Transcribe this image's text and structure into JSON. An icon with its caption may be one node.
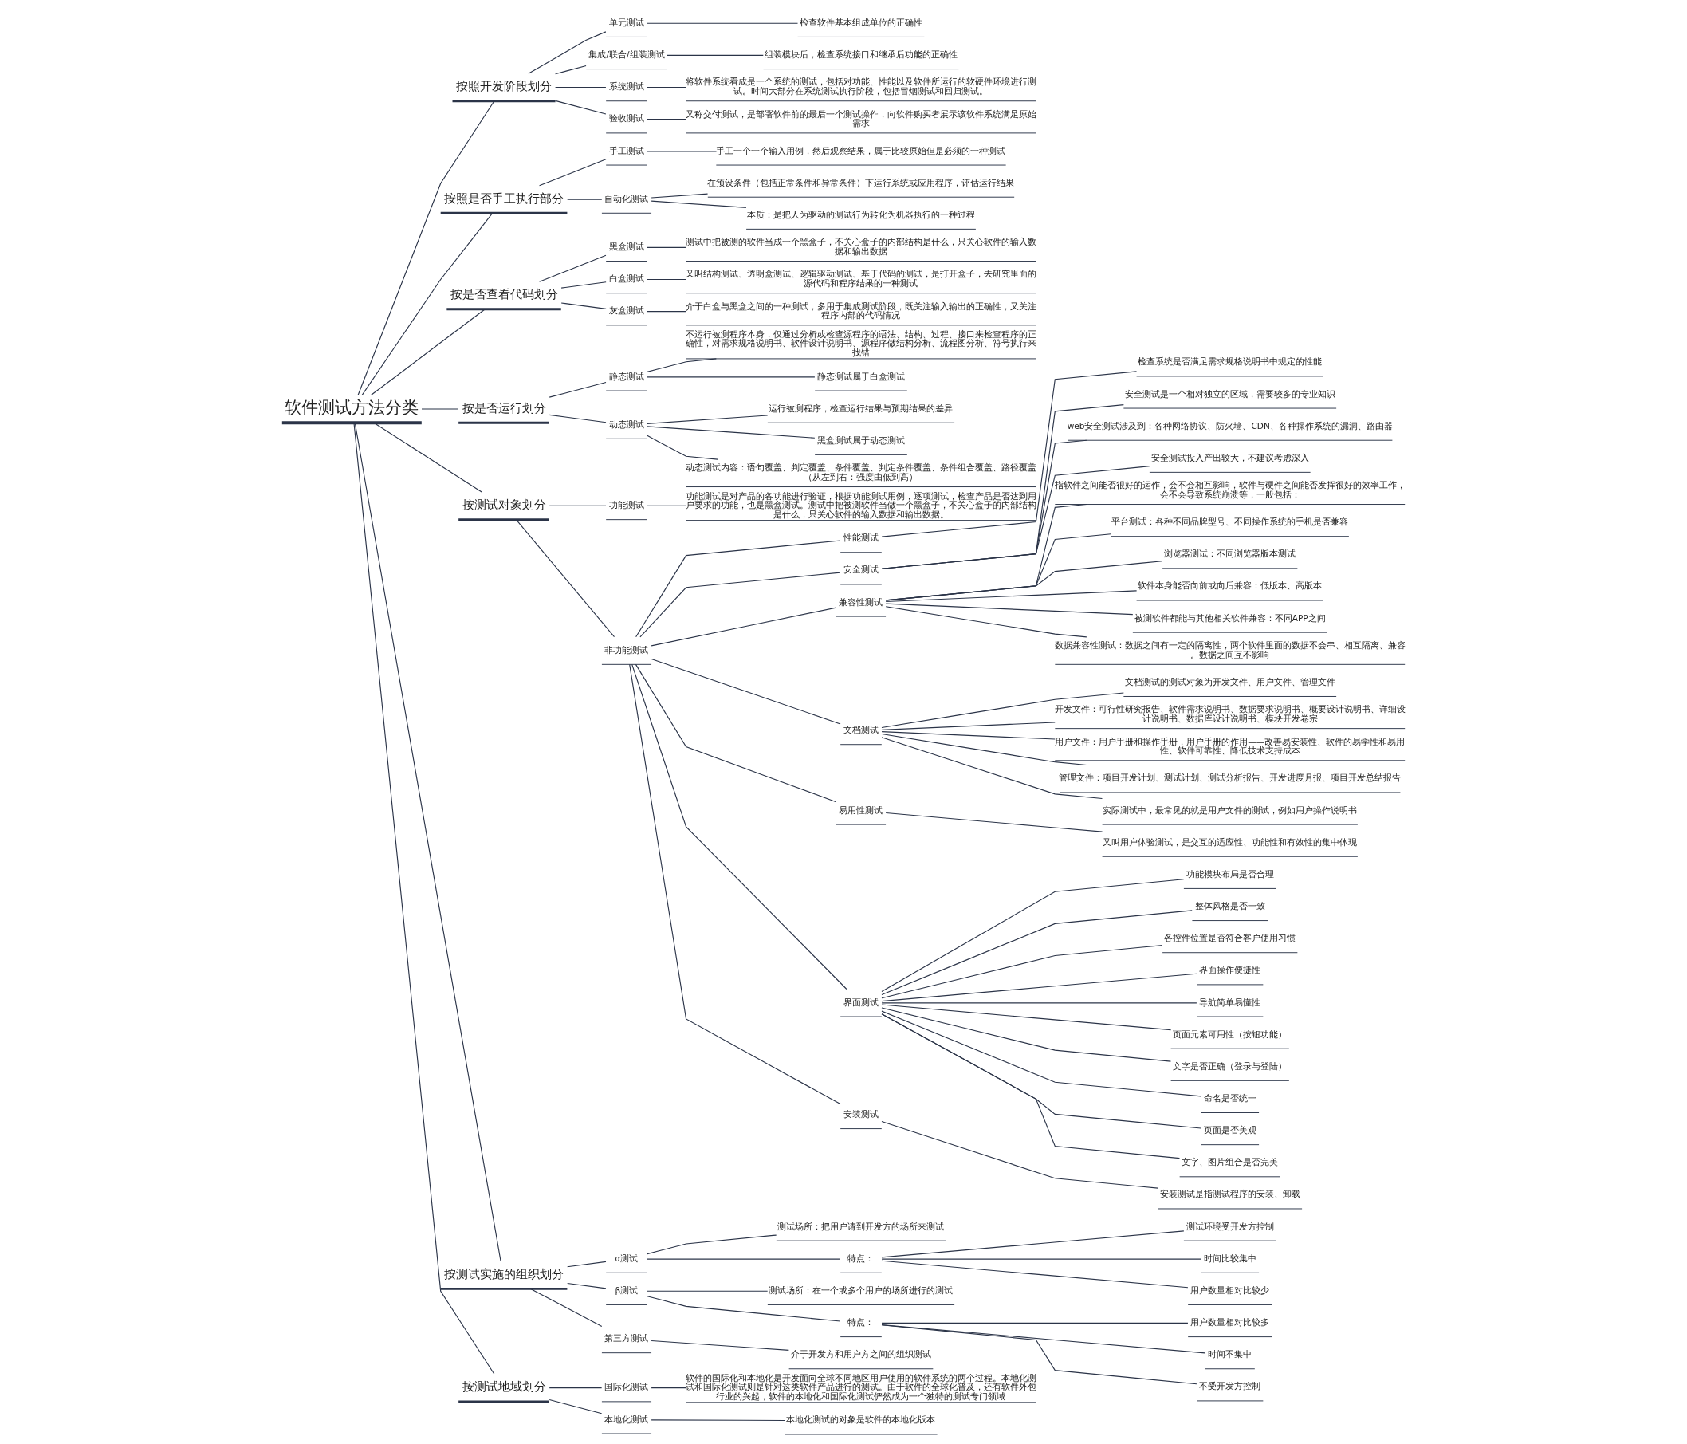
{
  "diagram": {
    "nodes": [
      {
        "text": [
          "软件测试方法分类"
        ]
      },
      {
        "text": [
          "按照开发阶段划分"
        ]
      },
      {
        "text": [
          "单元测试"
        ]
      },
      {
        "text": [
          "检查软件基本组成单位的正确性"
        ]
      },
      {
        "text": [
          "集成/联合/组装测试"
        ]
      },
      {
        "text": [
          "组装模块后，检查系统接口和继承后功能的正确性"
        ]
      },
      {
        "text": [
          "系统测试"
        ]
      },
      {
        "text": [
          "将软件系统看成是一个系统的测试，包括对功能、性能以及软件所运行的软硬件环境进行测试。时间大部分在系统测试执行阶段，包括冒烟测试和回归测试。"
        ]
      },
      {
        "text": [
          "验收测试"
        ]
      },
      {
        "text": [
          "又称交付测试，是部署软件前的最后一个测试操作，向软件购买者展示该软件系统满足原始需求"
        ]
      },
      {
        "text": [
          "按照是否手工执行部分"
        ]
      },
      {
        "text": [
          "手工测试"
        ]
      },
      {
        "text": [
          "手工一个一个输入用例，然后观察结果，属于比较原始但是必须的一种测试"
        ]
      },
      {
        "text": [
          "自动化测试"
        ]
      },
      {
        "text": [
          "在预设条件（包括正常条件和异常条件）下运行系统或应用程序，评估运行结果"
        ]
      },
      {
        "text": [
          "本质：是把人为驱动的测试行为转化为机器执行的一种过程"
        ]
      },
      {
        "text": [
          "按是否查看代码划分"
        ]
      },
      {
        "text": [
          "黑盒测试"
        ]
      },
      {
        "text": [
          "测试中把被测的软件当成一个黑盒子，不关心盒子的内部结构是什么，只关心软件的输入数据和输出数据"
        ]
      },
      {
        "text": [
          "白盒测试"
        ]
      },
      {
        "text": [
          "又叫结构测试、透明盒测试、逻辑驱动测试、基于代码的测试，是打开盒子，去研究里面的源代码和程序结果的一种测试"
        ]
      },
      {
        "text": [
          "灰盒测试"
        ]
      },
      {
        "text": [
          "介于白盒与黑盒之间的一种测试，多用于集成测试阶段，既关注输入输出的正确性，又关注程序内部的代码情况"
        ]
      },
      {
        "text": [
          "按是否运行划分"
        ]
      },
      {
        "text": [
          "静态测试"
        ]
      },
      {
        "text": [
          "不运行被测程序本身，仅通过分析或检查源程序的语法、结构、过程、接口来检查程序的正确性，对需求规格说明书、软件设计说明书、源程序做结构分析、流程图分析、符号执行来找错"
        ]
      },
      {
        "text": [
          "静态测试属于白盒测试"
        ]
      },
      {
        "text": [
          "动态测试"
        ]
      },
      {
        "text": [
          "运行被测程序，检查运行结果与预期结果的差异"
        ]
      },
      {
        "text": [
          "黑盒测试属于动态测试"
        ]
      },
      {
        "text": [
          "动态测试内容：语句覆盖、判定覆盖、条件覆盖、判定条件覆盖、条件组合覆盖、路径覆盖（从左到右：强度由低到高）"
        ]
      },
      {
        "text": [
          "按测试对象划分"
        ]
      },
      {
        "text": [
          "功能测试"
        ]
      },
      {
        "text": [
          "功能测试是对产品的各功能进行验证，根据功能测试用例，逐项测试，检查产品是否达到用户要求的功能，也是黑盒测试。测试中把被测软件当做一个黑盒子，不关心盒子的内部结构是什么，只关心软件的输入数据和输出数据。"
        ]
      },
      {
        "text": [
          "非功能测试"
        ]
      },
      {
        "text": [
          "性能测试"
        ]
      },
      {
        "text": [
          "检查系统是否满足需求规格说明书中规定的性能"
        ]
      },
      {
        "text": [
          "安全测试"
        ]
      },
      {
        "text": [
          "安全测试是一个相对独立的区域，需要较多的专业知识"
        ]
      },
      {
        "text": [
          "web安全测试涉及到：各种网络协议、防火墙、CDN、各种操作系统的漏洞、路由器"
        ]
      },
      {
        "text": [
          "安全测试投入产出较大，不建议考虑深入"
        ]
      },
      {
        "text": [
          "兼容性测试"
        ]
      },
      {
        "text": [
          "指软件之间能否很好的运作，会不会相互影响，软件与硬件之间能否发挥很好的效率工作，会不会导致系统崩溃等，一般包括："
        ]
      },
      {
        "text": [
          "平台测试：各种不同品牌型号、不同操作系统的手机是否兼容"
        ]
      },
      {
        "text": [
          "浏览器测试：不同浏览器版本测试"
        ]
      },
      {
        "text": [
          "软件本身能否向前或向后兼容：低版本、高版本"
        ]
      },
      {
        "text": [
          "被测软件都能与其他相关软件兼容：不同APP之间"
        ]
      },
      {
        "text": [
          "数据兼容性测试：数据之间有一定的隔离性，两个软件里面的数据不会串、相互隔离、兼容。数据之间互不影响"
        ]
      },
      {
        "text": [
          "文档测试"
        ]
      },
      {
        "text": [
          "文档测试的测试对象为开发文件、用户文件、管理文件"
        ]
      },
      {
        "text": [
          "开发文件：可行性研究报告、软件需求说明书、数据要求说明书、概要设计说明书、详细设计说明书、数据库设计说明书、模块开发卷宗"
        ]
      },
      {
        "text": [
          "用户文件：用户手册和操作手册，用户手册的作用——改善易安装性、软件的易学性和易用性、软件可靠性、降低技术支持成本"
        ]
      },
      {
        "text": [
          "管理文件：项目开发计划、测试计划、测试分析报告、开发进度月报、项目开发总结报告"
        ]
      },
      {
        "text": [
          "实际测试中，最常见的就是用户文件的测试，例如用户操作说明书"
        ]
      },
      {
        "text": [
          "易用性测试"
        ]
      },
      {
        "text": [
          "又叫用户体验测试，是交互的适应性、功能性和有效性的集中体现"
        ]
      },
      {
        "text": [
          "界面测试"
        ]
      },
      {
        "text": [
          "功能模块布局是否合理"
        ]
      },
      {
        "text": [
          "整体风格是否一致"
        ]
      },
      {
        "text": [
          "各控件位置是否符合客户使用习惯"
        ]
      },
      {
        "text": [
          "界面操作便捷性"
        ]
      },
      {
        "text": [
          "导航简单易懂性"
        ]
      },
      {
        "text": [
          "页面元素可用性（按钮功能）"
        ]
      },
      {
        "text": [
          "文字是否正确（登录与登陆）"
        ]
      },
      {
        "text": [
          "命名是否统一"
        ]
      },
      {
        "text": [
          "页面是否美观"
        ]
      },
      {
        "text": [
          "文字、图片组合是否完美"
        ]
      },
      {
        "text": [
          "安装测试"
        ]
      },
      {
        "text": [
          "安装测试是指测试程序的安装、卸载"
        ]
      },
      {
        "text": [
          "按测试实施的组织划分"
        ]
      },
      {
        "text": [
          "α测试"
        ]
      },
      {
        "text": [
          "测试场所：把用户请到开发方的场所来测试"
        ]
      },
      {
        "text": [
          "特点："
        ]
      },
      {
        "text": [
          "测试环境受开发方控制"
        ]
      },
      {
        "text": [
          "时间比较集中"
        ]
      },
      {
        "text": [
          "用户数量相对比较少"
        ]
      },
      {
        "text": [
          "β测试"
        ]
      },
      {
        "text": [
          "测试场所：在一个或多个用户的场所进行的测试"
        ]
      },
      {
        "text": [
          "特点："
        ]
      },
      {
        "text": [
          "用户数量相对比较多"
        ]
      },
      {
        "text": [
          "时间不集中"
        ]
      },
      {
        "text": [
          "不受开发方控制"
        ]
      },
      {
        "text": [
          "第三方测试"
        ]
      },
      {
        "text": [
          "介于开发方和用户方之间的组织测试"
        ]
      },
      {
        "text": [
          "按测试地域划分"
        ]
      },
      {
        "text": [
          "国际化测试"
        ]
      },
      {
        "text": [
          "软件的国际化和本地化是开发面向全球不同地区用户使用的软件系统的两个过程。本地化测试和国际化测试则是针对这类软件产品进行的测试。由于软件的全球化普及，还有软件外包行业的兴起，软件的本地化和国际化测试俨然成为一个独特的测试专门领域"
        ]
      },
      {
        "text": [
          "本地化测试"
        ]
      },
      {
        "text": [
          "本地化测试的对象是软件的本地化版本"
        ]
      }
    ],
    "edges": [
      {
        "from": 0,
        "to": 1,
        "arrow": "none"
      },
      {
        "from": 1,
        "to": 2,
        "arrow": "none"
      },
      {
        "from": 2,
        "to": 3,
        "arrow": "none"
      },
      {
        "from": 1,
        "to": 4,
        "arrow": "none"
      },
      {
        "from": 4,
        "to": 5,
        "arrow": "none"
      },
      {
        "from": 1,
        "to": 6,
        "arrow": "none"
      },
      {
        "from": 6,
        "to": 7,
        "arrow": "none"
      },
      {
        "from": 1,
        "to": 8,
        "arrow": "none"
      },
      {
        "from": 8,
        "to": 9,
        "arrow": "none"
      },
      {
        "from": 0,
        "to": 10,
        "arrow": "none"
      },
      {
        "from": 10,
        "to": 11,
        "arrow": "none"
      },
      {
        "from": 11,
        "to": 12,
        "arrow": "none"
      },
      {
        "from": 10,
        "to": 13,
        "arrow": "none"
      },
      {
        "from": 13,
        "to": 14,
        "arrow": "none"
      },
      {
        "from": 13,
        "to": 15,
        "arrow": "none"
      },
      {
        "from": 0,
        "to": 16,
        "arrow": "none"
      },
      {
        "from": 16,
        "to": 17,
        "arrow": "none"
      },
      {
        "from": 17,
        "to": 18,
        "arrow": "none"
      },
      {
        "from": 16,
        "to": 19,
        "arrow": "none"
      },
      {
        "from": 19,
        "to": 20,
        "arrow": "none"
      },
      {
        "from": 16,
        "to": 21,
        "arrow": "none"
      },
      {
        "from": 21,
        "to": 22,
        "arrow": "none"
      },
      {
        "from": 0,
        "to": 23,
        "arrow": "none"
      },
      {
        "from": 23,
        "to": 24,
        "arrow": "none"
      },
      {
        "from": 24,
        "to": 25,
        "arrow": "none"
      },
      {
        "from": 24,
        "to": 26,
        "arrow": "none"
      },
      {
        "from": 23,
        "to": 27,
        "arrow": "none"
      },
      {
        "from": 27,
        "to": 28,
        "arrow": "none"
      },
      {
        "from": 27,
        "to": 29,
        "arrow": "none"
      },
      {
        "from": 27,
        "to": 30,
        "arrow": "none"
      },
      {
        "from": 0,
        "to": 31,
        "arrow": "none"
      },
      {
        "from": 31,
        "to": 32,
        "arrow": "none"
      },
      {
        "from": 32,
        "to": 33,
        "arrow": "none"
      },
      {
        "from": 31,
        "to": 34,
        "arrow": "none"
      },
      {
        "from": 34,
        "to": 35,
        "arrow": "none"
      },
      {
        "from": 35,
        "to": 36,
        "arrow": "none"
      },
      {
        "from": 34,
        "to": 37,
        "arrow": "none"
      },
      {
        "from": 37,
        "to": 38,
        "arrow": "none"
      },
      {
        "from": 37,
        "to": 39,
        "arrow": "none"
      },
      {
        "from": 37,
        "to": 40,
        "arrow": "none"
      },
      {
        "from": 34,
        "to": 41,
        "arrow": "none"
      },
      {
        "from": 41,
        "to": 42,
        "arrow": "none"
      },
      {
        "from": 41,
        "to": 43,
        "arrow": "none"
      },
      {
        "from": 41,
        "to": 44,
        "arrow": "none"
      },
      {
        "from": 41,
        "to": 45,
        "arrow": "none"
      },
      {
        "from": 41,
        "to": 46,
        "arrow": "none"
      },
      {
        "from": 41,
        "to": 47,
        "arrow": "none"
      },
      {
        "from": 34,
        "to": 48,
        "arrow": "none"
      },
      {
        "from": 48,
        "to": 49,
        "arrow": "none"
      },
      {
        "from": 48,
        "to": 50,
        "arrow": "none"
      },
      {
        "from": 48,
        "to": 51,
        "arrow": "none"
      },
      {
        "from": 48,
        "to": 52,
        "arrow": "none"
      },
      {
        "from": 48,
        "to": 53,
        "arrow": "none"
      },
      {
        "from": 34,
        "to": 54,
        "arrow": "none"
      },
      {
        "from": 54,
        "to": 55,
        "arrow": "none"
      },
      {
        "from": 34,
        "to": 56,
        "arrow": "none"
      },
      {
        "from": 56,
        "to": 57,
        "arrow": "none"
      },
      {
        "from": 56,
        "to": 58,
        "arrow": "none"
      },
      {
        "from": 56,
        "to": 59,
        "arrow": "none"
      },
      {
        "from": 56,
        "to": 60,
        "arrow": "none"
      },
      {
        "from": 56,
        "to": 61,
        "arrow": "none"
      },
      {
        "from": 56,
        "to": 62,
        "arrow": "none"
      },
      {
        "from": 56,
        "to": 63,
        "arrow": "none"
      },
      {
        "from": 56,
        "to": 64,
        "arrow": "none"
      },
      {
        "from": 56,
        "to": 65,
        "arrow": "none"
      },
      {
        "from": 56,
        "to": 66,
        "arrow": "none"
      },
      {
        "from": 34,
        "to": 67,
        "arrow": "none"
      },
      {
        "from": 67,
        "to": 68,
        "arrow": "none"
      },
      {
        "from": 0,
        "to": 69,
        "arrow": "none"
      },
      {
        "from": 69,
        "to": 70,
        "arrow": "none"
      },
      {
        "from": 70,
        "to": 71,
        "arrow": "none"
      },
      {
        "from": 70,
        "to": 72,
        "arrow": "none"
      },
      {
        "from": 72,
        "to": 73,
        "arrow": "none"
      },
      {
        "from": 72,
        "to": 74,
        "arrow": "none"
      },
      {
        "from": 72,
        "to": 75,
        "arrow": "none"
      },
      {
        "from": 69,
        "to": 76,
        "arrow": "none"
      },
      {
        "from": 76,
        "to": 77,
        "arrow": "none"
      },
      {
        "from": 76,
        "to": 78,
        "arrow": "none"
      },
      {
        "from": 78,
        "to": 79,
        "arrow": "none"
      },
      {
        "from": 78,
        "to": 80,
        "arrow": "none"
      },
      {
        "from": 78,
        "to": 81,
        "arrow": "none"
      },
      {
        "from": 69,
        "to": 82,
        "arrow": "none"
      },
      {
        "from": 82,
        "to": 83,
        "arrow": "none"
      },
      {
        "from": 0,
        "to": 84,
        "arrow": "none"
      },
      {
        "from": 84,
        "to": 85,
        "arrow": "none"
      },
      {
        "from": 85,
        "to": 86,
        "arrow": "none"
      },
      {
        "from": 84,
        "to": 87,
        "arrow": "none"
      },
      {
        "from": 87,
        "to": 88,
        "arrow": "none"
      }
    ]
  }
}
